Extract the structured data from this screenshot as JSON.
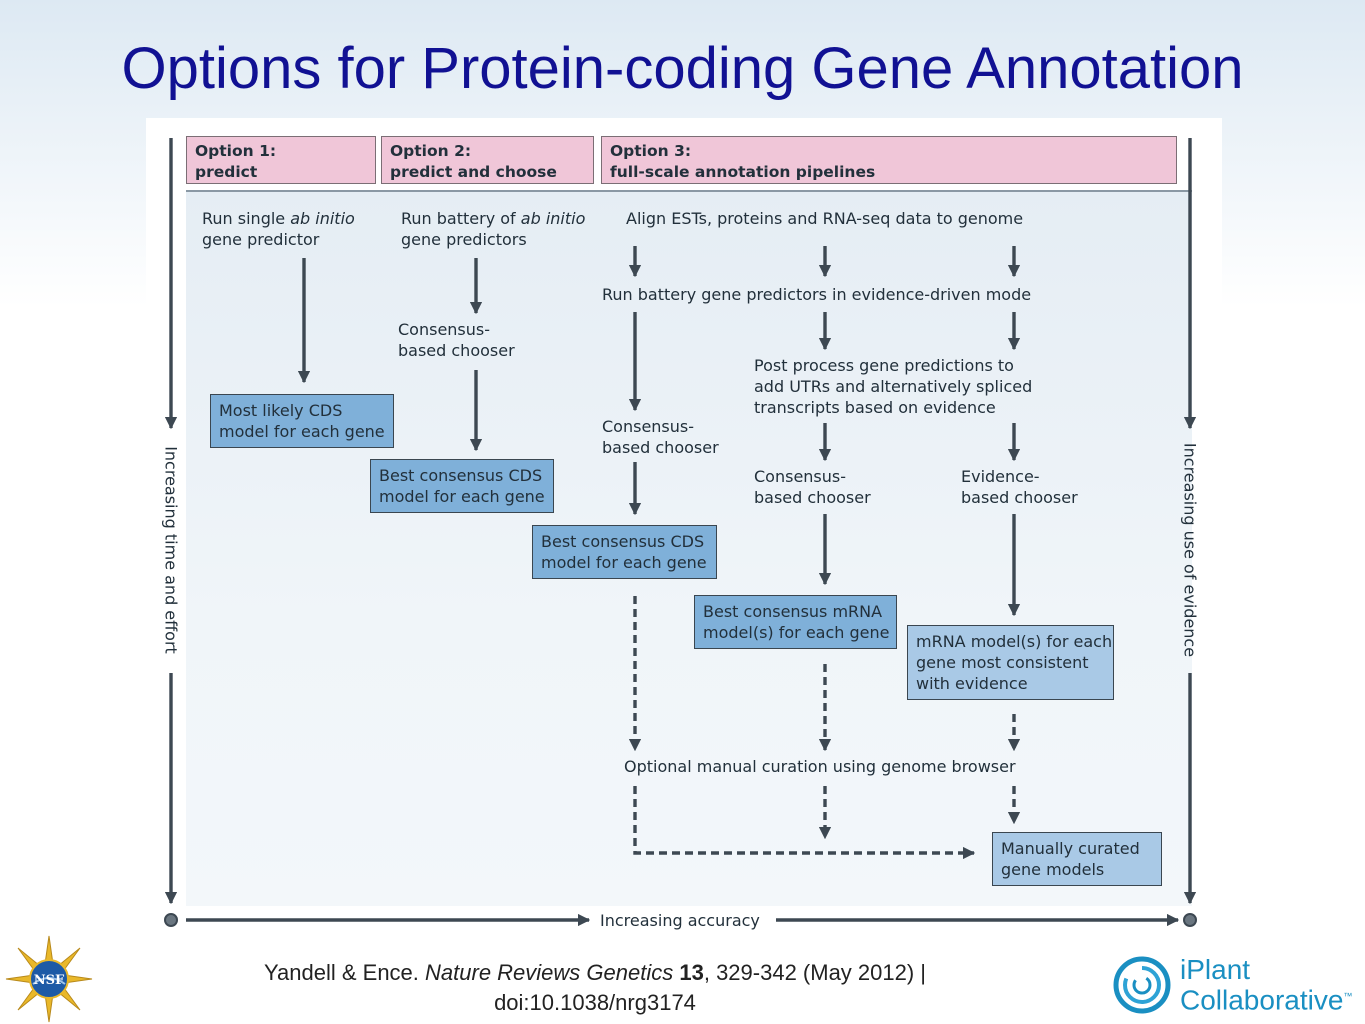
{
  "slide": {
    "title": "Options for Protein-coding Gene Annotation",
    "citation_line1_pre": "Yandell & Ence. ",
    "citation_journal": "Nature Reviews Genetics",
    "citation_volume": "13",
    "citation_rest": ", 329-342 (May 2012) |",
    "citation_line2": "doi:10.1038/nrg3174"
  },
  "options": [
    {
      "line1": "Option 1:",
      "line2": "predict"
    },
    {
      "line1": "Option 2:",
      "line2": "predict and choose"
    },
    {
      "line1": "Option 3:",
      "line2": "full-scale annotation pipelines"
    }
  ],
  "steps": {
    "opt1_run_a": "Run single ",
    "opt1_run_b": "ab initio",
    "opt1_run_c": "gene predictor",
    "opt2_run_a": "Run battery of ",
    "opt2_run_b": "ab initio",
    "opt2_run_c": "gene predictors",
    "opt2_chooser_1": "Consensus-",
    "opt2_chooser_2": "based chooser",
    "align": "Align ESTs, proteins and RNA-seq data to genome",
    "run_battery": "Run battery gene predictors in evidence-driven mode",
    "post_1": "Post process gene predictions to",
    "post_2": "add UTRs and alternatively spliced",
    "post_3": "transcripts based on evidence",
    "c3a_1": "Consensus-",
    "c3a_2": "based chooser",
    "c3b_1": "Consensus-",
    "c3b_2": "based chooser",
    "c3c_1": "Evidence-",
    "c3c_2": "based chooser",
    "optional": "Optional manual curation using genome browser"
  },
  "results": {
    "r1_1": "Most likely CDS",
    "r1_2": "model for each gene",
    "r2_1": "Best consensus CDS",
    "r2_2": "model for each gene",
    "r3_1": "Best consensus CDS",
    "r3_2": "model for each gene",
    "r4_1": "Best consensus mRNA",
    "r4_2": "model(s) for each gene",
    "r5_1": "mRNA model(s) for each",
    "r5_2": "gene most consistent",
    "r5_3": "with evidence",
    "r6_1": "Manually curated",
    "r6_2": "gene models"
  },
  "axes": {
    "left": "Increasing time and effort",
    "right": "Increasing use of evidence",
    "bottom": "Increasing accuracy"
  },
  "logos": {
    "nsf": "NSF",
    "iplant_1": "iPlant",
    "iplant_2": "Collaborative",
    "iplant_tm": "™"
  }
}
